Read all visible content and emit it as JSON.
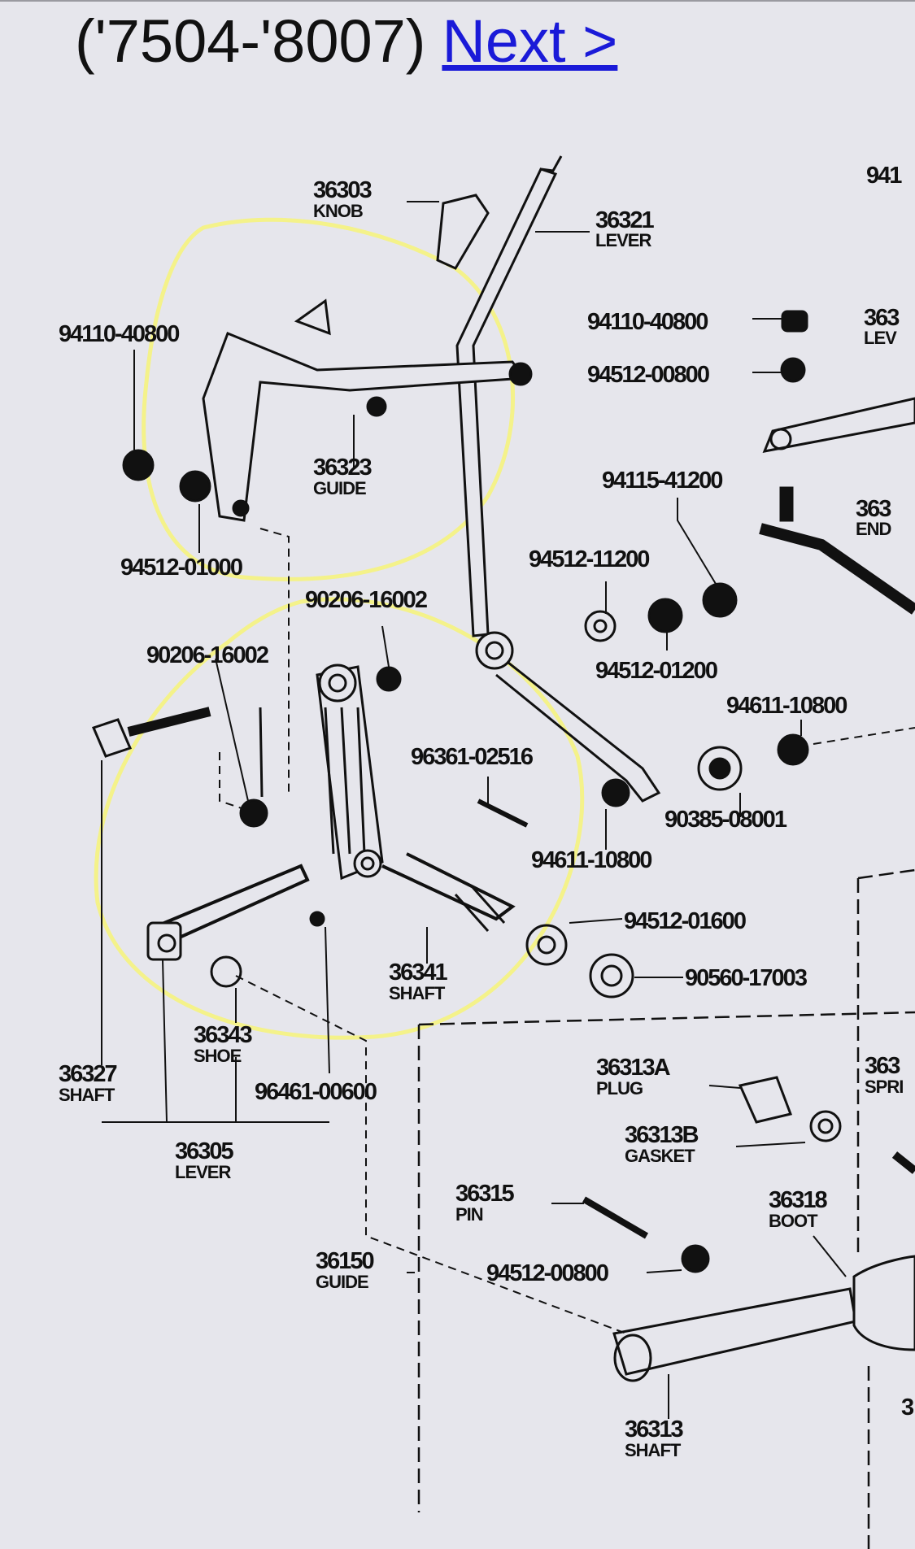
{
  "header": {
    "range_text": "('7504-'8007)",
    "next_link": "Next >"
  },
  "colors": {
    "background": "#e6e6ec",
    "link": "#1a1ad8",
    "highlight": "#f4f28a",
    "ink": "#111111"
  },
  "parts": {
    "p36303": {
      "num": "36303",
      "name": "KNOB"
    },
    "p36321": {
      "num": "36321",
      "name": "LEVER"
    },
    "p94110a": {
      "num": "94110-40800"
    },
    "p94110b": {
      "num": "94110-40800"
    },
    "p94512_00800a": {
      "num": "94512-00800"
    },
    "p94512_00800b": {
      "num": "94512-00800"
    },
    "p36323": {
      "num": "36323",
      "name": "GUIDE"
    },
    "p94512_01000": {
      "num": "94512-01000"
    },
    "p94115": {
      "num": "94115-41200"
    },
    "p94512_11200": {
      "num": "94512-11200"
    },
    "p94512_01200": {
      "num": "94512-01200"
    },
    "p90206a": {
      "num": "90206-16002"
    },
    "p90206b": {
      "num": "90206-16002"
    },
    "p96361": {
      "num": "96361-02516"
    },
    "p94611a": {
      "num": "94611-10800"
    },
    "p94611b": {
      "num": "94611-10800"
    },
    "p90385": {
      "num": "90385-08001"
    },
    "p94512_01600": {
      "num": "94512-01600"
    },
    "p90560": {
      "num": "90560-17003"
    },
    "p36341": {
      "num": "36341",
      "name": "SHAFT"
    },
    "p36343": {
      "num": "36343",
      "name": "SHOE"
    },
    "p96461": {
      "num": "96461-00600"
    },
    "p36327": {
      "num": "36327",
      "name": "SHAFT"
    },
    "p36305": {
      "num": "36305",
      "name": "LEVER"
    },
    "p36313a": {
      "num": "36313A",
      "name": "PLUG"
    },
    "p36313b": {
      "num": "36313B",
      "name": "GASKET"
    },
    "p36315": {
      "num": "36315",
      "name": "PIN"
    },
    "p36318": {
      "num": "36318",
      "name": "BOOT"
    },
    "p36150": {
      "num": "36150",
      "name": "GUIDE"
    },
    "p36313": {
      "num": "36313",
      "name": "SHAFT"
    },
    "edge_top": {
      "num": "941"
    },
    "edge_363a": {
      "num": "363",
      "name": "LEV"
    },
    "edge_363b": {
      "num": "363",
      "name": "END"
    },
    "edge_363c": {
      "num": "363",
      "name": "SPRI"
    },
    "edge_3": {
      "num": "3"
    }
  }
}
